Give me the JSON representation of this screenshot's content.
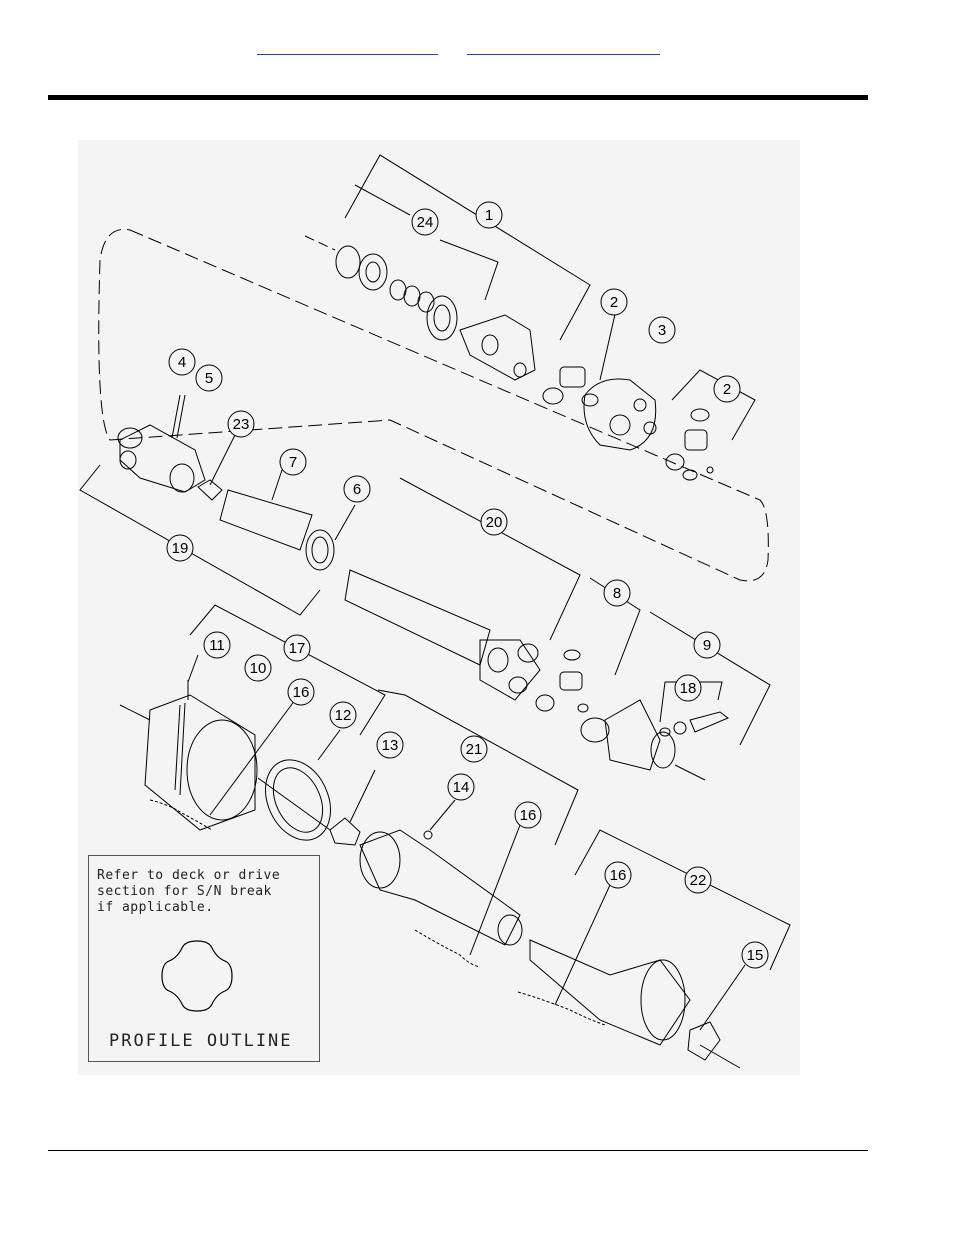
{
  "header": {
    "links": [
      {
        "label": ""
      },
      {
        "label": ""
      }
    ]
  },
  "diagram": {
    "callouts": [
      "1",
      "24",
      "2",
      "3",
      "2",
      "4",
      "5",
      "23",
      "7",
      "6",
      "20",
      "19",
      "8",
      "9",
      "18",
      "11",
      "17",
      "10",
      "16",
      "12",
      "13",
      "21",
      "14",
      "16",
      "16",
      "22",
      "15"
    ],
    "note": {
      "text": "Refer to deck or drive\nsection for S/N break\nif applicable.",
      "profile_label": "PROFILE OUTLINE"
    }
  },
  "colors": {
    "link": "#2a3ad0",
    "line": "#000000",
    "figure_background": "#f4f4f4"
  }
}
